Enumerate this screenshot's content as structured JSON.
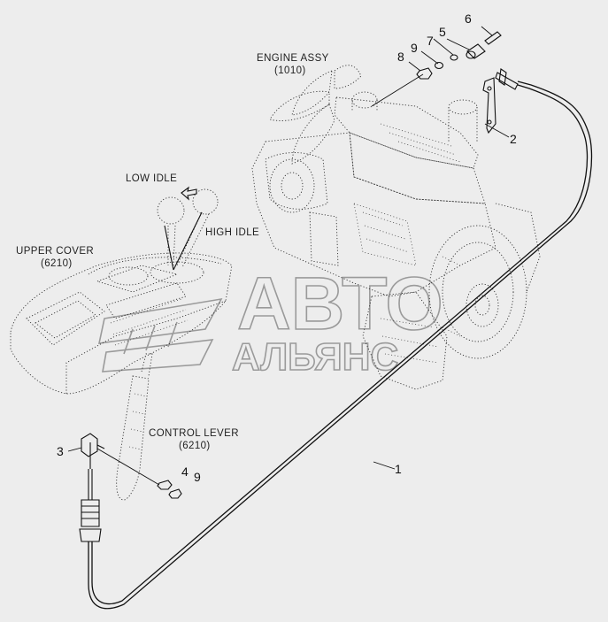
{
  "labels": {
    "engine_assy": "ENGINE ASSY",
    "engine_code": "(1010)",
    "low_idle": "LOW IDLE",
    "high_idle": "HIGH IDLE",
    "upper_cover": "UPPER COVER",
    "upper_cover_code": "(6210)",
    "control_lever": "CONTROL LEVER",
    "control_lever_code": "(6210)"
  },
  "callouts": {
    "c1": "1",
    "c2": "2",
    "c3": "3",
    "c4": "4",
    "c5": "5",
    "c6": "6",
    "c7": "7",
    "c8": "8",
    "c9_top": "9",
    "c9_bottom": "9"
  },
  "watermark": {
    "line1": "АВТО",
    "line2": "АЛЬЯНС"
  }
}
